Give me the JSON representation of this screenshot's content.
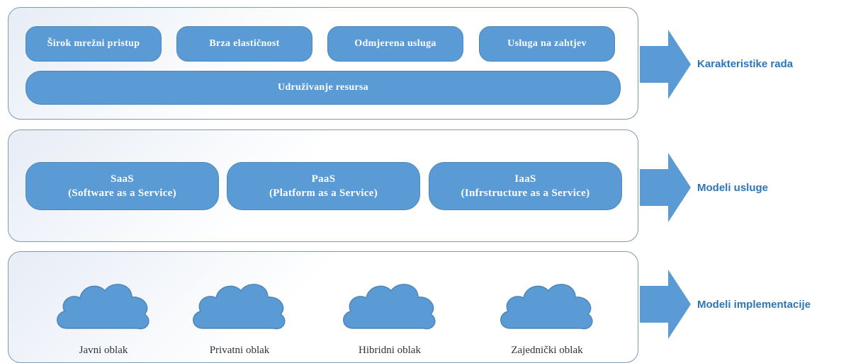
{
  "characteristics": {
    "items": [
      "Širok mrežni pristup",
      "Brza elastičnost",
      "Odmjerena usluga",
      "Usluga na zahtjev"
    ],
    "pooling": "Udruživanje resursa",
    "label": "Karakteristike rada"
  },
  "service_models": {
    "items": [
      {
        "name": "SaaS",
        "full": "(Software as a Service)"
      },
      {
        "name": "PaaS",
        "full": "(Platform as a Service)"
      },
      {
        "name": "IaaS",
        "full": "(Infrstructure as a Service)"
      }
    ],
    "label": "Modeli usluge"
  },
  "deployment_models": {
    "items": [
      "Javni oblak",
      "Privatni oblak",
      "Hibridni oblak",
      "Zajednički oblak"
    ],
    "label": "Modeli implementacije"
  },
  "colors": {
    "accent": "#5b9bd5",
    "label_text": "#2e75b6",
    "panel_border": "#7f9ab3"
  }
}
